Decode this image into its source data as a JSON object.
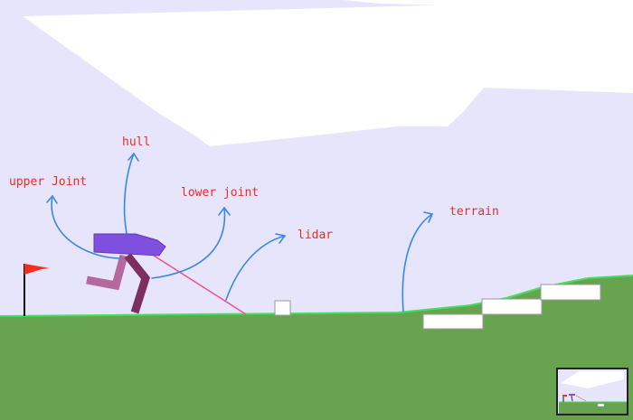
{
  "labels": {
    "hull": "hull",
    "upper_joint": "upper Joint",
    "lower_joint": "lower joint",
    "lidar": "lidar",
    "terrain": "terrain"
  },
  "colors": {
    "sky": "#e6e5fb",
    "cloud": "#ffffff",
    "ground": "#68a450",
    "ground_edge": "#3fe15d",
    "hull": "#7f4fe0",
    "leg_far": "#b6679e",
    "leg_near": "#7d2f61",
    "lidar": "#f0508c",
    "label": "#ee2c22",
    "arrow": "#3a86ea",
    "flag": "#f42d1c"
  },
  "icons": [
    "flag-icon",
    "minimap-icon"
  ]
}
